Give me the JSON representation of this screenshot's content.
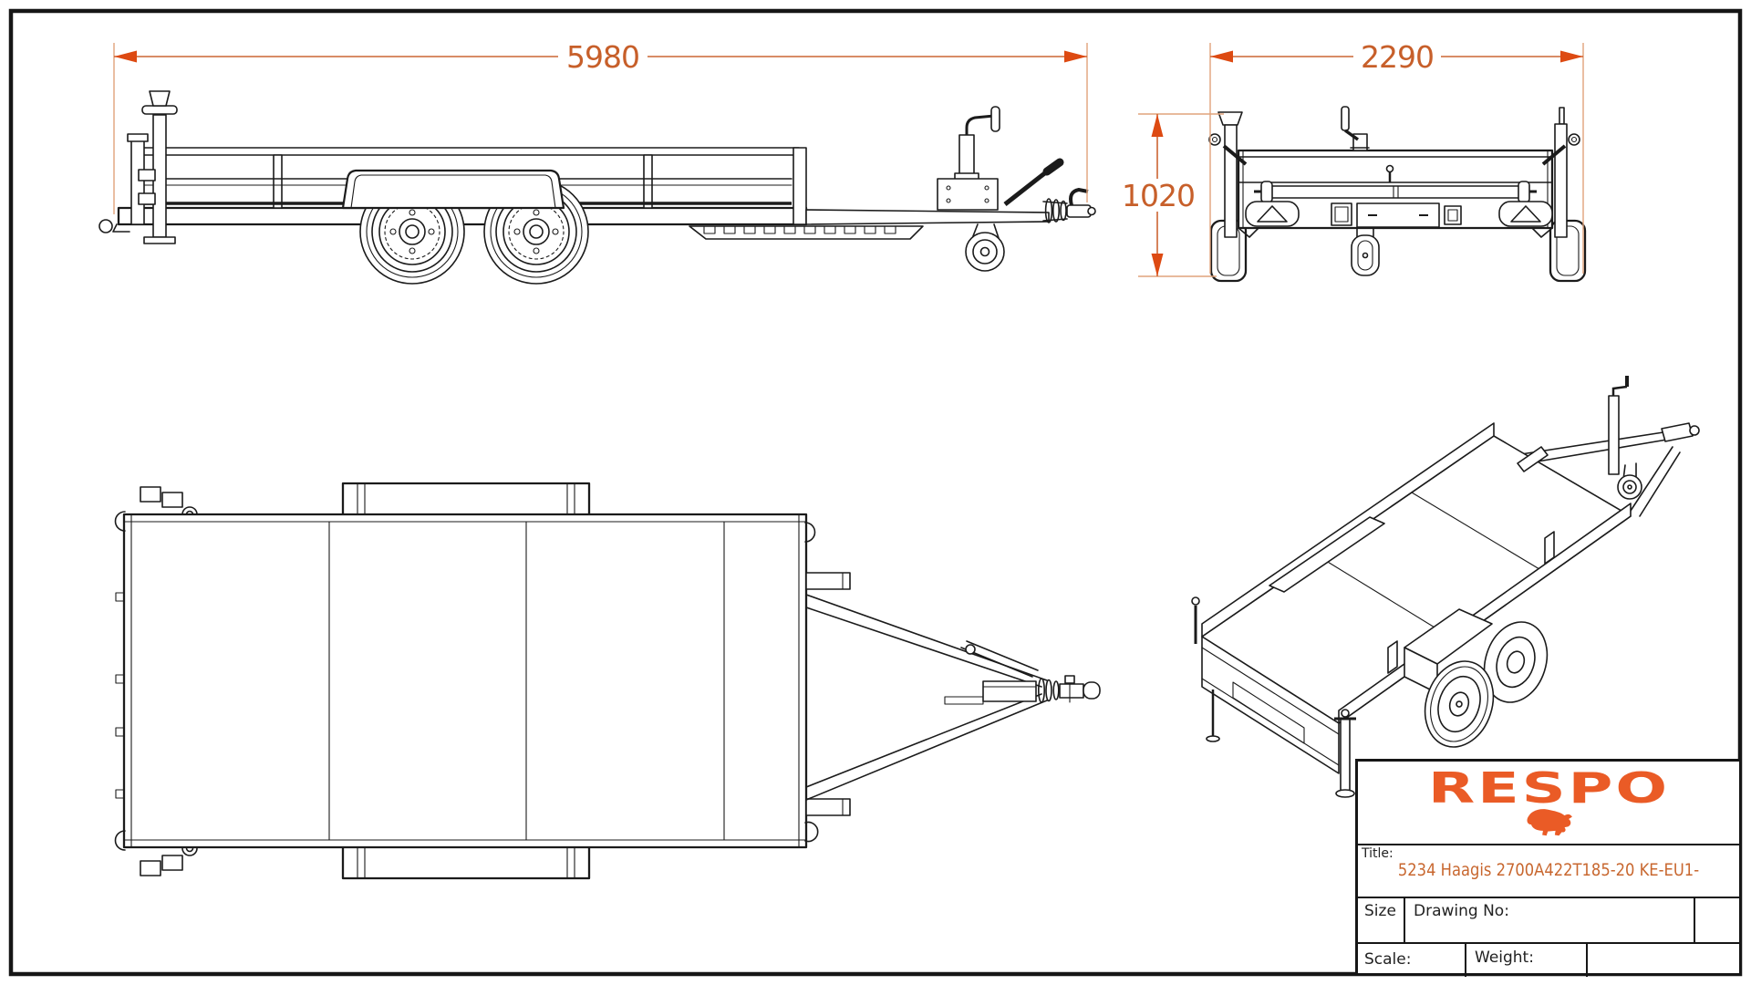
{
  "dimensions": {
    "length": "5980",
    "width": "2290",
    "height": "1020"
  },
  "title_block": {
    "brand": "RESPO",
    "title_label": "Title:",
    "title_value": "5234 Haagis 2700A422T185-20 KE-EU1-",
    "size_label": "Size",
    "drawing_no_label": "Drawing No:",
    "scale_label": "Scale:",
    "weight_label": "Weight:"
  },
  "colors": {
    "dimension_line": "#cc6633",
    "extension_line": "#e0a37b",
    "dimension_text": "#c75f2a",
    "arrow_fill": "#dd4a12",
    "logo_orange": "#ea5b26",
    "title_text": "#c8672f",
    "drawing_line": "#1b1b1b"
  },
  "icons": {
    "respo_bull": "bull-silhouette"
  }
}
